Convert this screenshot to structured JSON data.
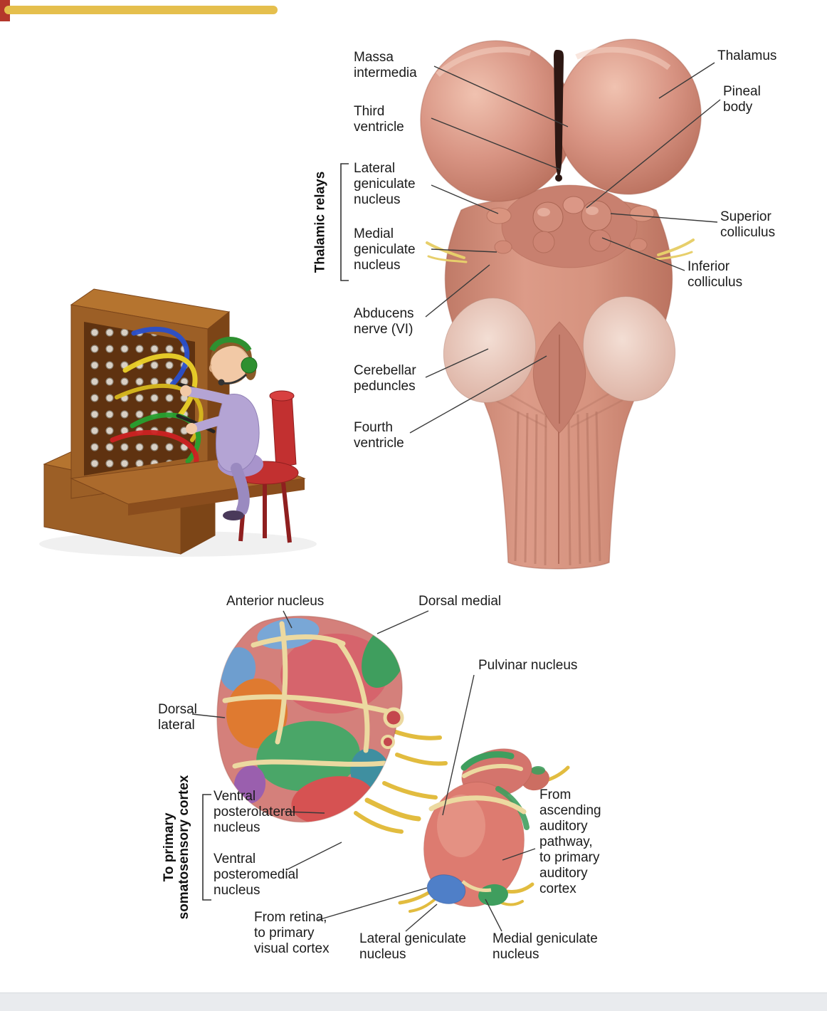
{
  "slide": {
    "accent_red": "#b4372b",
    "accent_gold": "#e5bf4d",
    "footer_color": "#e9ebee"
  },
  "brainstem": {
    "group_label": "Thalamic relays",
    "labels": {
      "massa_intermedia": "Massa\nintermedia",
      "third_ventricle": "Third\nventricle",
      "lateral_geniculate": "Lateral\ngeniculate\nnucleus",
      "medial_geniculate": "Medial\ngeniculate\nnucleus",
      "abducens": "Abducens\nnerve (VI)",
      "cerebellar_peduncles": "Cerebellar\npeduncles",
      "fourth_ventricle": "Fourth\nventricle",
      "thalamus": "Thalamus",
      "pineal_body": "Pineal\nbody",
      "superior_colliculus": "Superior\ncolliculus",
      "inferior_colliculus": "Inferior\ncolliculus"
    }
  },
  "nuclei": {
    "group_label": "To primary\nsomatosensory cortex",
    "labels": {
      "anterior_nucleus": "Anterior nucleus",
      "dorsal_medial": "Dorsal medial",
      "pulvinar_nucleus": "Pulvinar nucleus",
      "dorsal_lateral": "Dorsal\nlateral",
      "ventral_posterolateral": "Ventral\nposterolateral\nnucleus",
      "ventral_posteromedial": "Ventral\nposteromedial\nnucleus",
      "from_retina": "From retina,\nto primary\nvisual cortex",
      "lateral_geniculate": "Lateral geniculate\nnucleus",
      "medial_geniculate": "Medial geniculate\nnucleus",
      "from_auditory": "From\nascending\nauditory\npathway,\nto primary\nauditory\ncortex"
    }
  }
}
